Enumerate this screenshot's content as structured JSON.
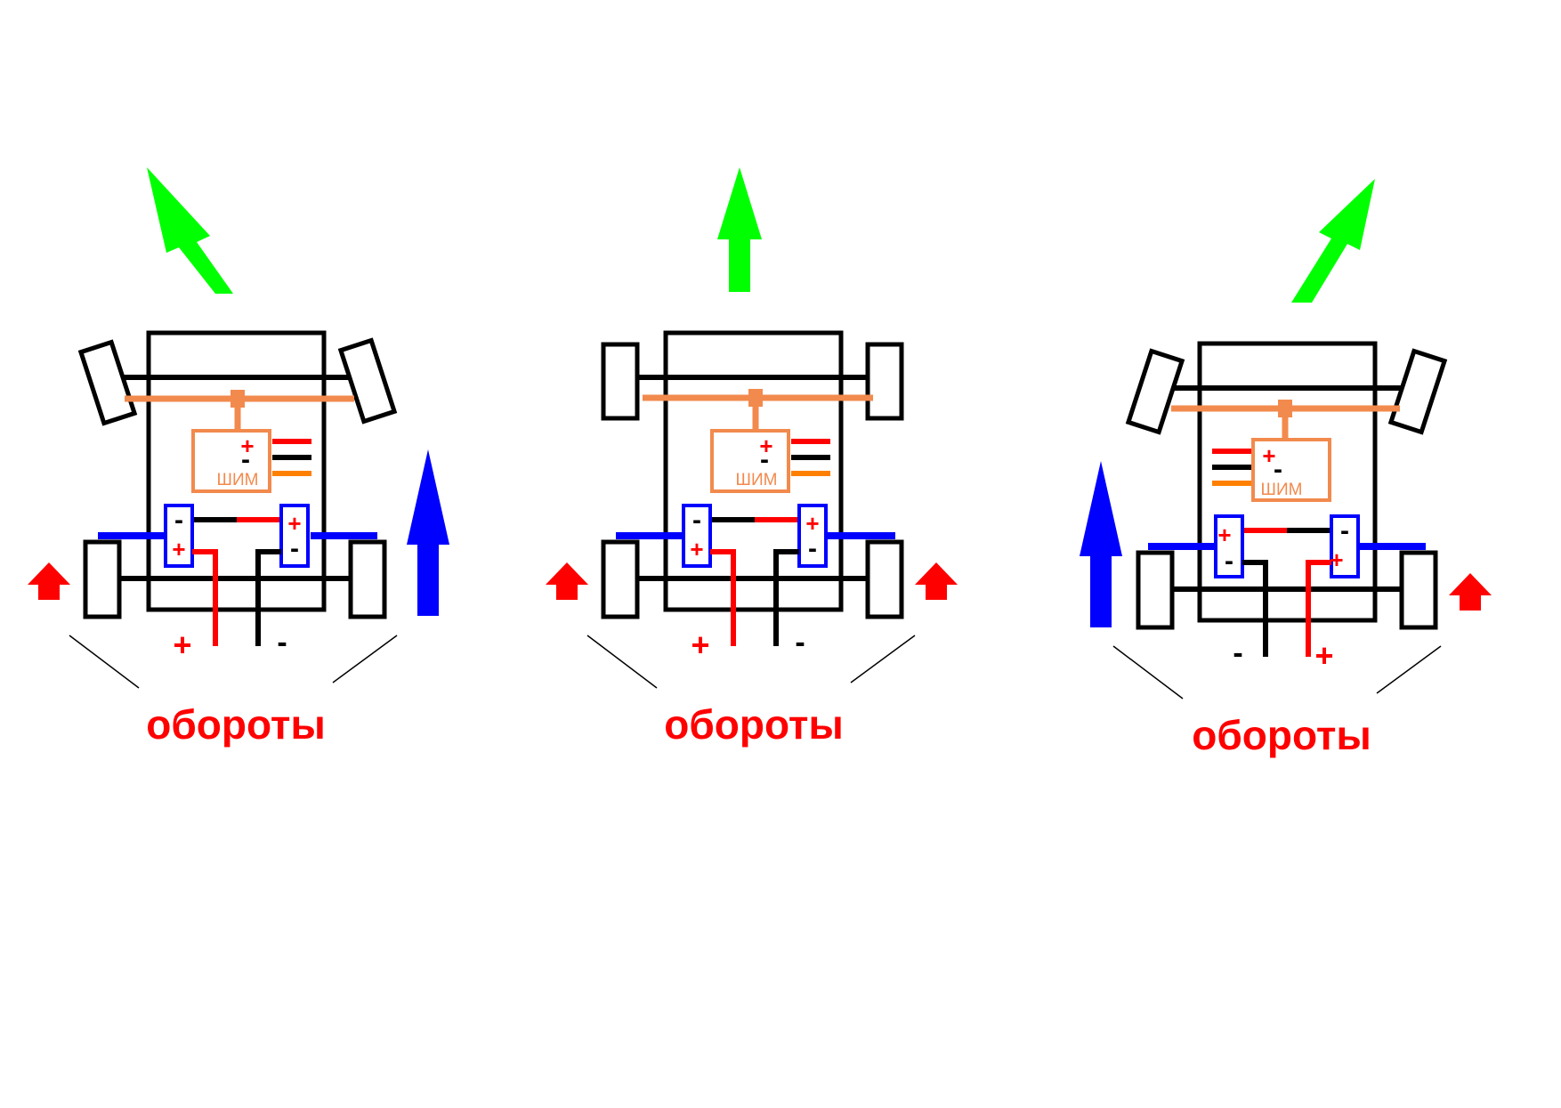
{
  "labels": {
    "pwm": "ШИМ",
    "rpm": "обороты",
    "plus": "+",
    "minus": "-"
  },
  "colors": {
    "frame": "#000000",
    "wire_positive": "#ff0000",
    "wire_negative": "#000000",
    "pwm": "#f28a4d",
    "pwm_signal": "#ff8000",
    "motor": "#0000ff",
    "direction_arrow": "#00ff00",
    "speed_arrow_small": "#ff0000",
    "speed_arrow_large": "#0000ff"
  },
  "panels": [
    {
      "steering": "left"
    },
    {
      "steering": "straight"
    },
    {
      "steering": "right"
    }
  ]
}
